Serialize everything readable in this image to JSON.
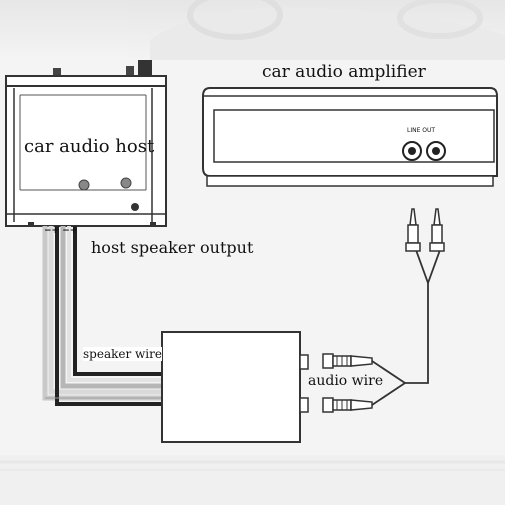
{
  "labels": {
    "amplifier": "car audio amplifier",
    "host": "car audio host",
    "host_output": "host speaker output",
    "line_out": "LINE OUT",
    "speaker_wire": "speaker wire",
    "audio_wire": "audio wire",
    "terminals": "−+ −+"
  }
}
